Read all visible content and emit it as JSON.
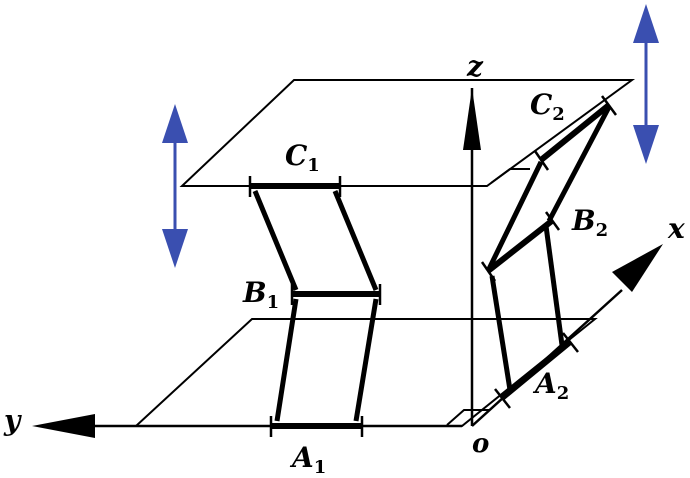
{
  "axes": {
    "x": "x",
    "y": "y",
    "z": "z",
    "origin": "o"
  },
  "labels": {
    "A1": {
      "main": "A",
      "sub": "1"
    },
    "B1": {
      "main": "B",
      "sub": "1"
    },
    "C1": {
      "main": "C",
      "sub": "1"
    },
    "A2": {
      "main": "A",
      "sub": "2"
    },
    "B2": {
      "main": "B",
      "sub": "2"
    },
    "C2": {
      "main": "C",
      "sub": "2"
    }
  },
  "colors": {
    "line": "#000000",
    "motion_arrow": "#3a4fb0"
  },
  "icons": {
    "motion": "double-headed-vertical-arrow"
  }
}
